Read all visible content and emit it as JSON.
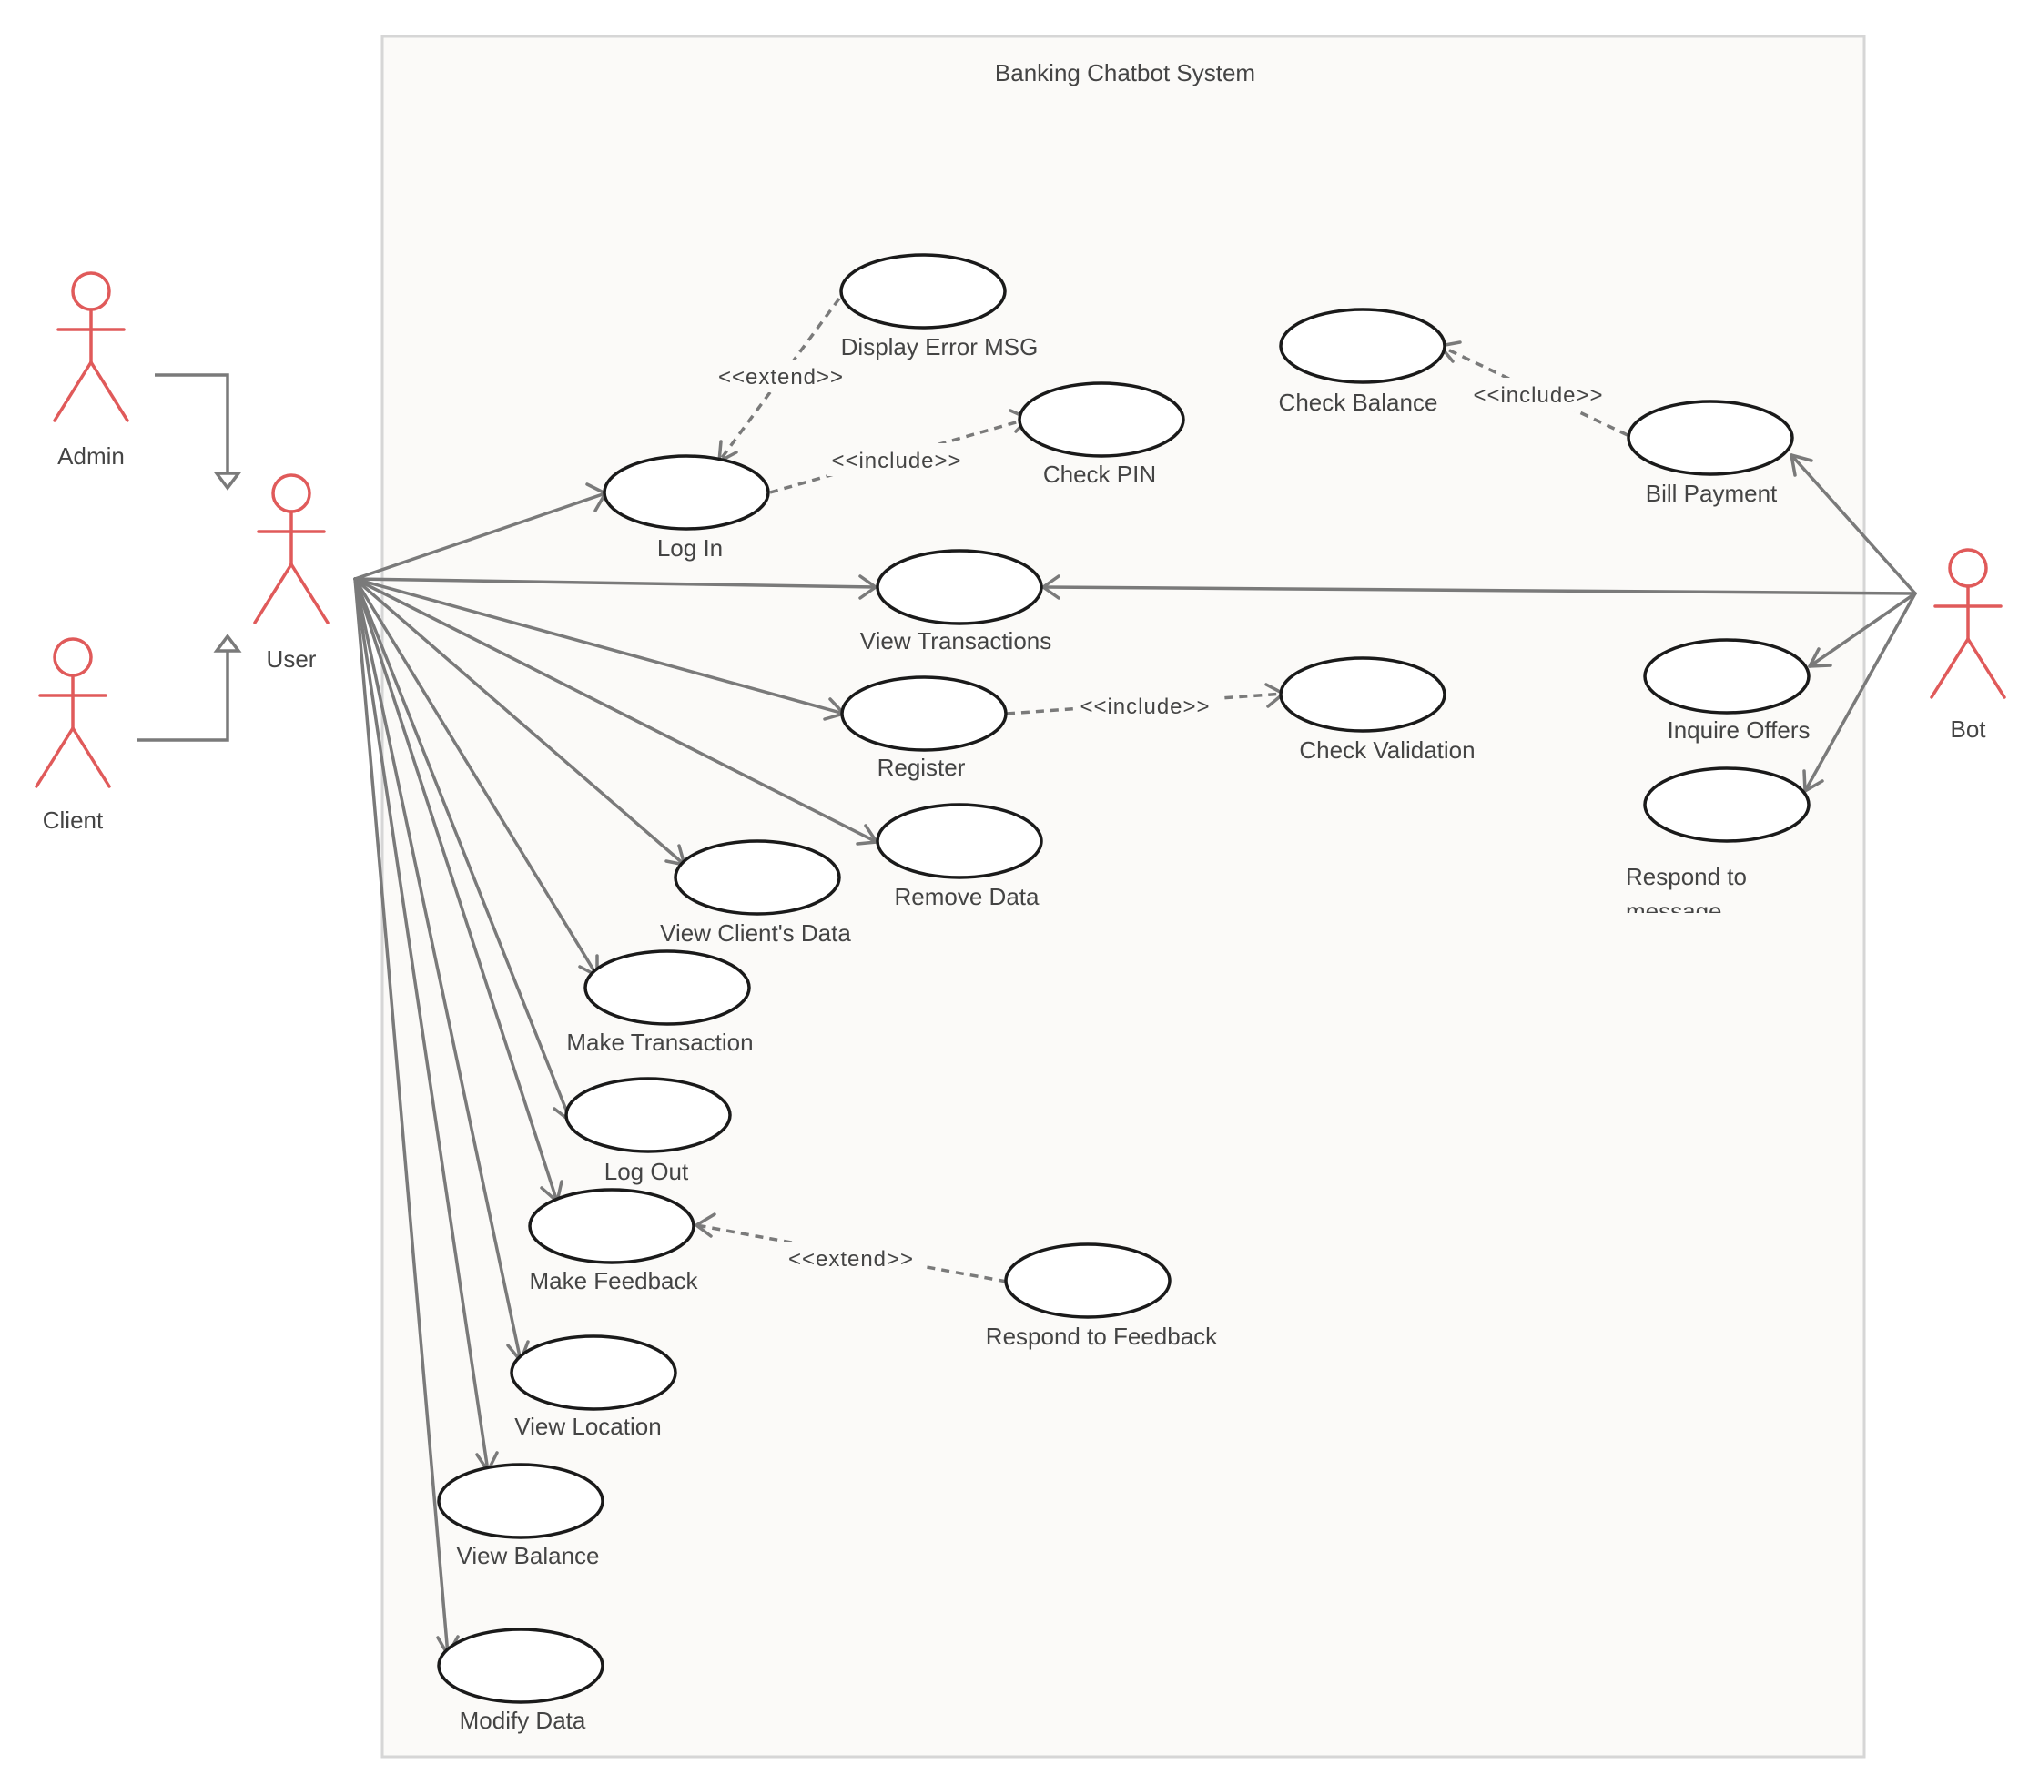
{
  "system": {
    "title": "Banking Chatbot System"
  },
  "actors": {
    "admin": "Admin",
    "user": "User",
    "client": "Client",
    "bot": "Bot"
  },
  "use_cases": {
    "display_error_msg": "Display Error MSG",
    "check_pin": "Check PIN",
    "log_in": "Log In",
    "view_transactions": "View Transactions",
    "register": "Register",
    "check_validation": "Check Validation",
    "remove_data": "Remove Data",
    "view_clients_data": "View Client's Data",
    "make_transaction": "Make Transaction",
    "log_out": "Log Out",
    "make_feedback": "Make Feedback",
    "respond_to_feedback": "Respond to Feedback",
    "view_location": "View Location",
    "view_balance": "View Balance",
    "modify_data": "Modify Data",
    "check_balance": "Check Balance",
    "bill_payment": "Bill Payment",
    "inquire_offers": "Inquire Offers",
    "respond_to_message_line1": "Respond  to",
    "respond_to_message_line2": "message"
  },
  "relations": {
    "extend_login_error": "<<extend>>",
    "include_login_pin": "<<include>>",
    "include_register_validation": "<<include>>",
    "extend_feedback_respond": "<<extend>>",
    "include_bill_balance": "<<include>>"
  },
  "colors": {
    "actor": "#e05a5a",
    "line": "#7a7a7a",
    "system_fill": "#fbfaf8",
    "system_border": "#d6d6d6"
  }
}
